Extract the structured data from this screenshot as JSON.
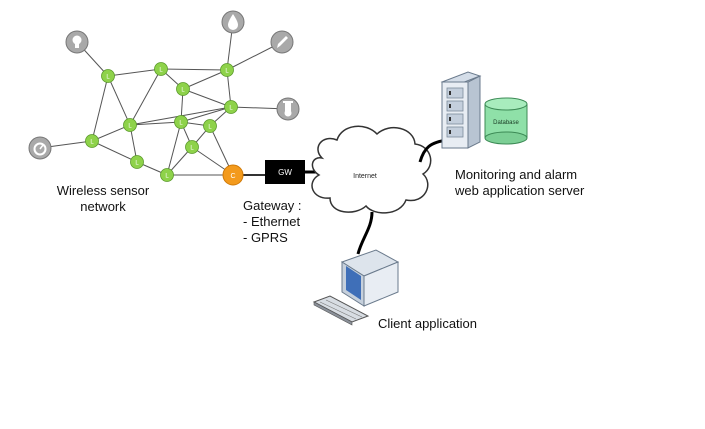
{
  "labels": {
    "wsn_line1": "Wireless sensor",
    "wsn_line2": "network",
    "gateway_title": "Gateway :",
    "gateway_opt1": "- Ethernet",
    "gateway_opt2": "- GPRS",
    "gw_box": "GW",
    "internet": "Internet",
    "server_line1": "Monitoring and alarm",
    "server_line2": "web application server",
    "database": "Database",
    "client": "Client application"
  },
  "node_glyph": "L",
  "gateway_node_glyph": "C",
  "colors": {
    "node_green": "#8ed24a",
    "gateway_orange": "#f39a1c",
    "gw_box": "#000000",
    "db_green": "#8fe0a8",
    "sensor_grey": "#a9a9a9",
    "monitor_blue": "#3f6fb8"
  },
  "icons": {
    "sensors": [
      "lightbulb-icon",
      "water-drop-icon",
      "pen-icon",
      "thermometer-icon",
      "speedometer-icon"
    ],
    "server": "server-rack-icon",
    "database": "database-icon",
    "client": "computer-monitor-icon",
    "keyboard": "keyboard-icon"
  }
}
